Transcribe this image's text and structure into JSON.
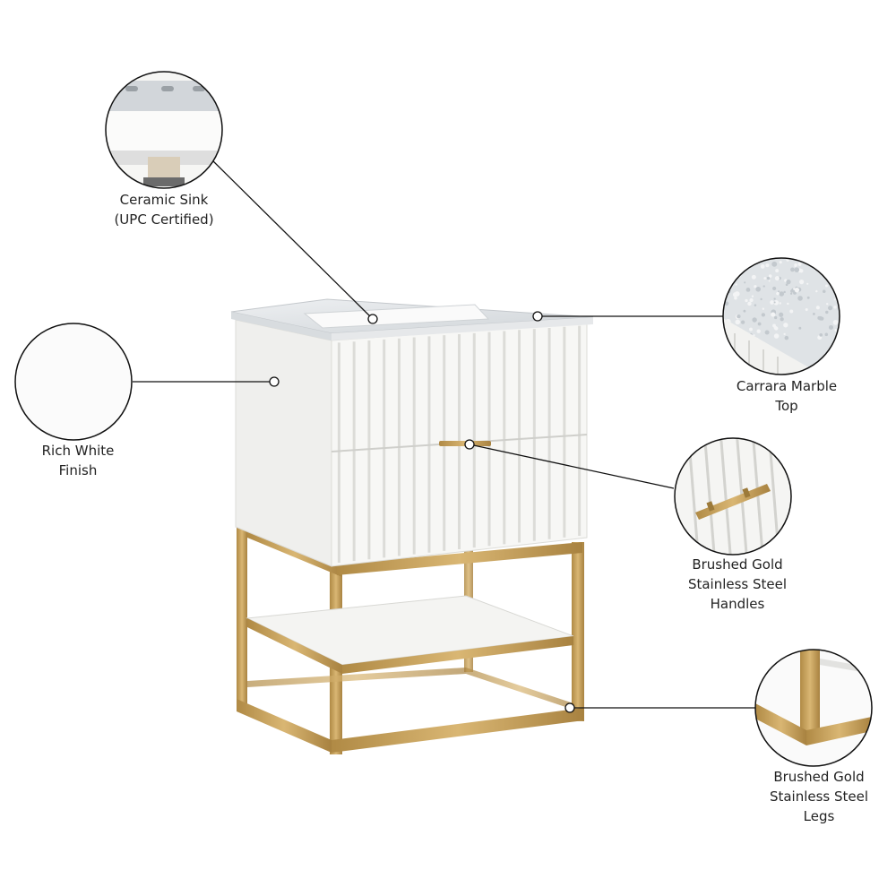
{
  "colors": {
    "cabinet_white": "#f7f7f5",
    "flute_shadow": "#dcdcd8",
    "gold": "#c9a25a",
    "gold_dark": "#9c7a3a",
    "marble": "#e4e6e8",
    "line": "#111111"
  },
  "features": [
    {
      "id": "ceramic-sink",
      "lines": [
        "Ceramic Sink",
        "(UPC Certified)"
      ]
    },
    {
      "id": "rich-white-finish",
      "lines": [
        "Rich White",
        "Finish"
      ]
    },
    {
      "id": "carrara-marble-top",
      "lines": [
        "Carrara Marble",
        "Top"
      ]
    },
    {
      "id": "brushed-gold-handles",
      "lines": [
        "Brushed Gold",
        "Stainless Steel",
        "Handles"
      ]
    },
    {
      "id": "brushed-gold-legs",
      "lines": [
        "Brushed Gold",
        "Stainless Steel",
        "Legs"
      ]
    }
  ]
}
